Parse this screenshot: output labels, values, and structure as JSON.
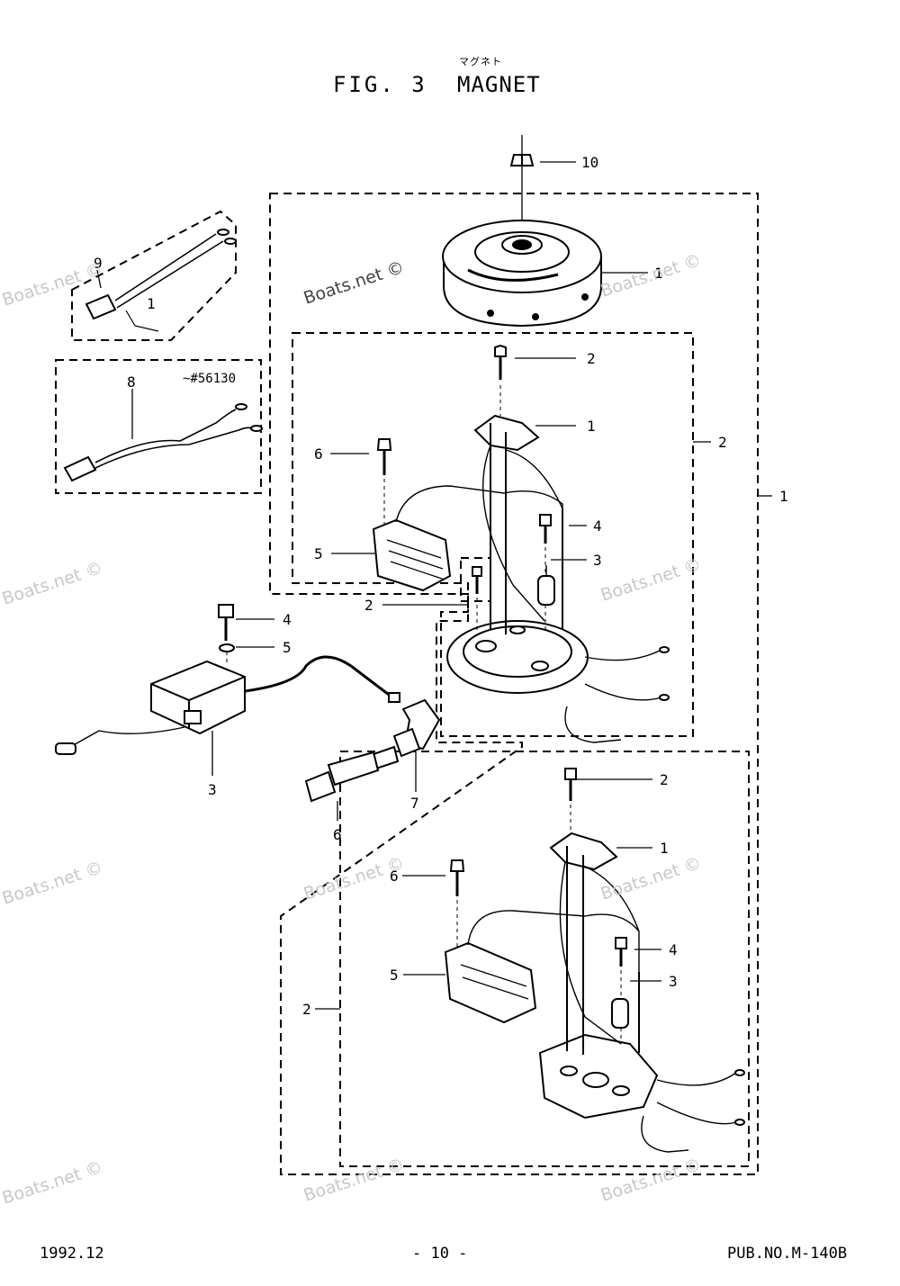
{
  "header": {
    "furigana": "マグネト",
    "fig_label": "FIG. 3",
    "fig_name": "MAGNET"
  },
  "callouts": {
    "c10": "10",
    "flywheel": "1",
    "cable9": "9",
    "cable9_sub": "1",
    "plate_screw": "2",
    "pulser": "1",
    "group2": "2",
    "group1": "1",
    "screw6": "6",
    "screw4": "4",
    "coil5": "5",
    "cond3": "3",
    "screw2b": "2",
    "coil_bolt4": "4",
    "washer5": "5",
    "ign_coil3": "3",
    "plug6": "6",
    "cap7": "7",
    "cable8": "8",
    "l_screw2": "2",
    "l_pulser1": "1",
    "l_screw6": "6",
    "l_screw4": "4",
    "l_coil5": "5",
    "l_cond3": "3",
    "l_group2": "2"
  },
  "serial_note": "~#56130",
  "watermark": "Boats.net ©",
  "footer": {
    "date": "1992.12",
    "page": "- 10 -",
    "pub": "PUB.NO.M-140B"
  }
}
